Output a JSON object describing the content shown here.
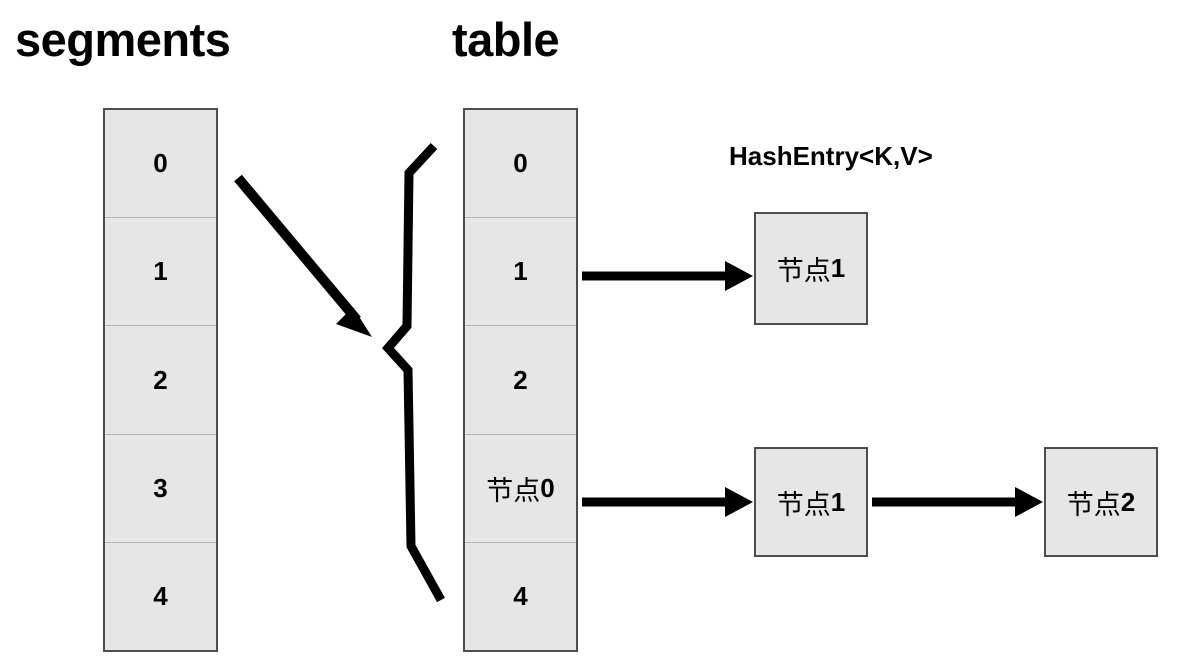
{
  "diagram": {
    "title_segments": "segments",
    "title_table": "table",
    "hashentry_label": "HashEntry<K,V>",
    "colors": {
      "cell_fill": "#e6e6e6",
      "outer_border": "#4d4d4d",
      "inner_divider": "#b3b3b3",
      "connector": "#000000",
      "text": "#000000",
      "background": "#ffffff"
    }
  },
  "segments_column": {
    "label": "segments",
    "cells": [
      {
        "text": "0"
      },
      {
        "text": "1"
      },
      {
        "text": "2"
      },
      {
        "text": "3"
      },
      {
        "text": "4"
      }
    ]
  },
  "table_column": {
    "label": "table",
    "cells": [
      {
        "text": "0",
        "cjk": false
      },
      {
        "text": "1",
        "cjk": false
      },
      {
        "text": "2",
        "cjk": false
      },
      {
        "text": "节点",
        "suffix": "0",
        "cjk": true
      },
      {
        "text": "4",
        "cjk": false
      }
    ]
  },
  "nodes": [
    {
      "name": "node-entry-1",
      "text": "节点",
      "suffix": "1"
    },
    {
      "name": "node-chain-1",
      "text": "节点",
      "suffix": "1"
    },
    {
      "name": "node-chain-2",
      "text": "节点",
      "suffix": "2"
    }
  ],
  "connectors": [
    {
      "name": "segment-to-table-arrow",
      "kind": "arrow",
      "from": "segments cell 0",
      "to": "table brace"
    },
    {
      "name": "table-brace",
      "kind": "brace",
      "spans": "entire table column"
    },
    {
      "name": "table-row1-to-node-arrow",
      "kind": "arrow",
      "from": "table cell 1",
      "to": "节点1"
    },
    {
      "name": "table-row3-to-node-arrow",
      "kind": "arrow",
      "from": "table cell 节点0",
      "to": "节点1"
    },
    {
      "name": "node-chain-arrow",
      "kind": "arrow",
      "from": "节点1",
      "to": "节点2"
    }
  ]
}
